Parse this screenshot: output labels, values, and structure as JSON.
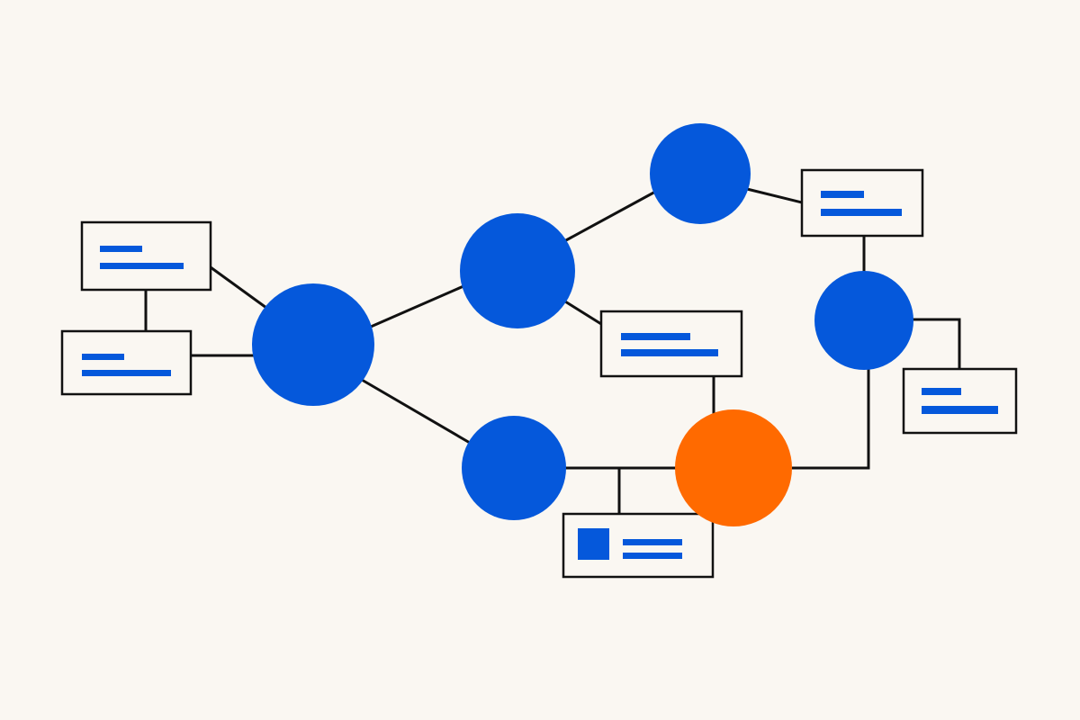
{
  "colors": {
    "background": "#faf7f2",
    "primary_node": "#0558db",
    "highlight_node": "#ff6a00",
    "card_border": "#111111",
    "placeholder_bar": "#0558db",
    "edge": "#111111"
  },
  "nodes": [
    {
      "id": "hub",
      "kind": "primary"
    },
    {
      "id": "upper-mid",
      "kind": "primary"
    },
    {
      "id": "lower-mid",
      "kind": "primary"
    },
    {
      "id": "top-right",
      "kind": "primary"
    },
    {
      "id": "right",
      "kind": "primary"
    },
    {
      "id": "focus",
      "kind": "highlight"
    }
  ],
  "cards": [
    {
      "id": "card-left-top",
      "content": "text-lines"
    },
    {
      "id": "card-left-bottom",
      "content": "text-lines"
    },
    {
      "id": "card-center",
      "content": "text-lines"
    },
    {
      "id": "card-top-right",
      "content": "text-lines"
    },
    {
      "id": "card-far-right",
      "content": "text-lines"
    },
    {
      "id": "card-bottom",
      "content": "image-and-text"
    }
  ],
  "edges": [
    {
      "from": "hub",
      "to": "card-left-top"
    },
    {
      "from": "hub",
      "to": "card-left-bottom"
    },
    {
      "from": "card-left-top",
      "to": "card-left-bottom"
    },
    {
      "from": "hub",
      "to": "upper-mid"
    },
    {
      "from": "hub",
      "to": "lower-mid"
    },
    {
      "from": "upper-mid",
      "to": "top-right"
    },
    {
      "from": "upper-mid",
      "to": "card-center"
    },
    {
      "from": "top-right",
      "to": "card-top-right"
    },
    {
      "from": "card-top-right",
      "to": "right"
    },
    {
      "from": "right",
      "to": "card-far-right"
    },
    {
      "from": "right",
      "to": "focus"
    },
    {
      "from": "card-center",
      "to": "focus"
    },
    {
      "from": "lower-mid",
      "to": "focus"
    },
    {
      "from": "card-bottom",
      "to": "lower-mid"
    }
  ]
}
